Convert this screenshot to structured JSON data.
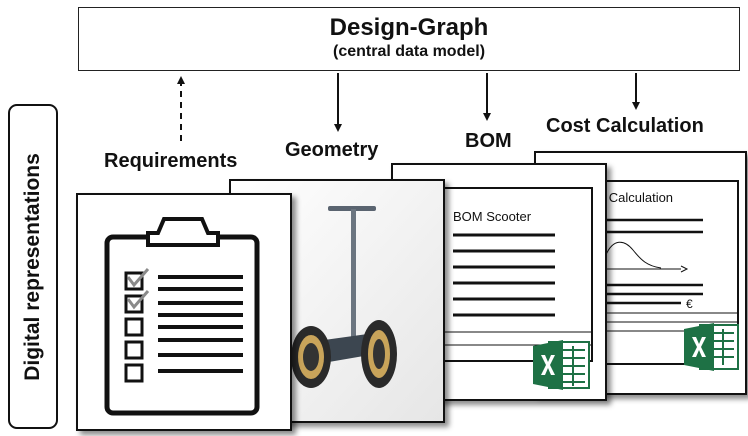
{
  "central": {
    "title": "Design-Graph",
    "subtitle": "(central data model)"
  },
  "side_label": "Digital representations",
  "categories": {
    "requirements": "Requirements",
    "geometry": "Geometry",
    "bom": "BOM",
    "cost": "Cost Calculation"
  },
  "documents": {
    "bom_title": "BOM Scooter",
    "cost_title": "st Calculation",
    "currency_symbol": "€"
  },
  "icons": {
    "clipboard": "clipboard-checklist-icon",
    "excel": "excel-icon",
    "scooter": "segway-scooter-icon"
  },
  "colors": {
    "excel_green": "#1e7145",
    "line": "#111111"
  }
}
